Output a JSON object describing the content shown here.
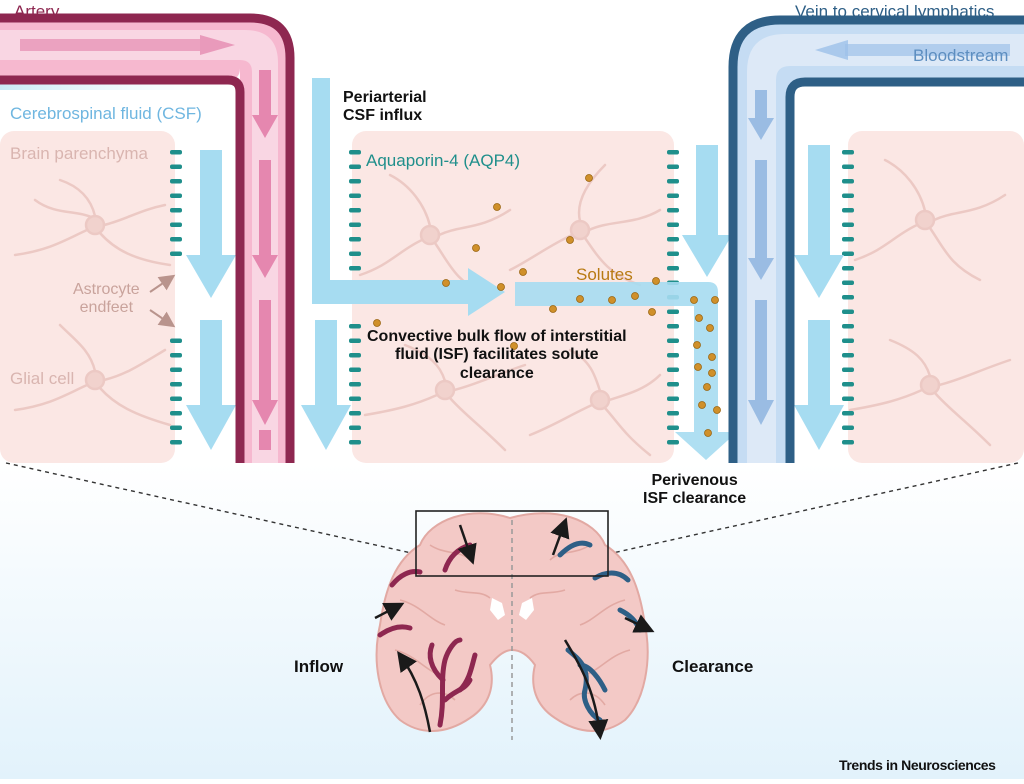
{
  "labels": {
    "artery": "Artery",
    "vein": "Vein to cervical lymphatics",
    "bloodstream": "Bloodstream",
    "csf": "Cerebrospinal fluid (CSF)",
    "brain_parenchyma": "Brain parenchyma",
    "aquaporin": "Aquaporin-4 (AQP4)",
    "astrocyte_line1": "Astrocyte",
    "astrocyte_line2": "endfeet",
    "glial_cell": "Glial cell",
    "solutes": "Solutes",
    "periarterial_line1": "Periarterial",
    "periarterial_line2": "CSF influx",
    "bulk_flow_line1": "Convective bulk flow of interstitial",
    "bulk_flow_line2": "fluid (ISF) facilitates solute",
    "bulk_flow_line3": "clearance",
    "perivenous_line1": "Perivenous",
    "perivenous_line2": "ISF clearance",
    "inflow": "Inflow",
    "clearance": "Clearance",
    "journal": "Trends in Neurosciences"
  },
  "colors": {
    "artery": "#8e2750",
    "artery_light": "#f7c6d8",
    "vein": "#2e5f86",
    "vein_light": "#c5dcf3",
    "csf": "#a6dcf1",
    "tissue": "#fbe7e4",
    "aqp4": "#1f8f8b",
    "solute": "#c98a1a",
    "brain": "#f3c9c6"
  }
}
